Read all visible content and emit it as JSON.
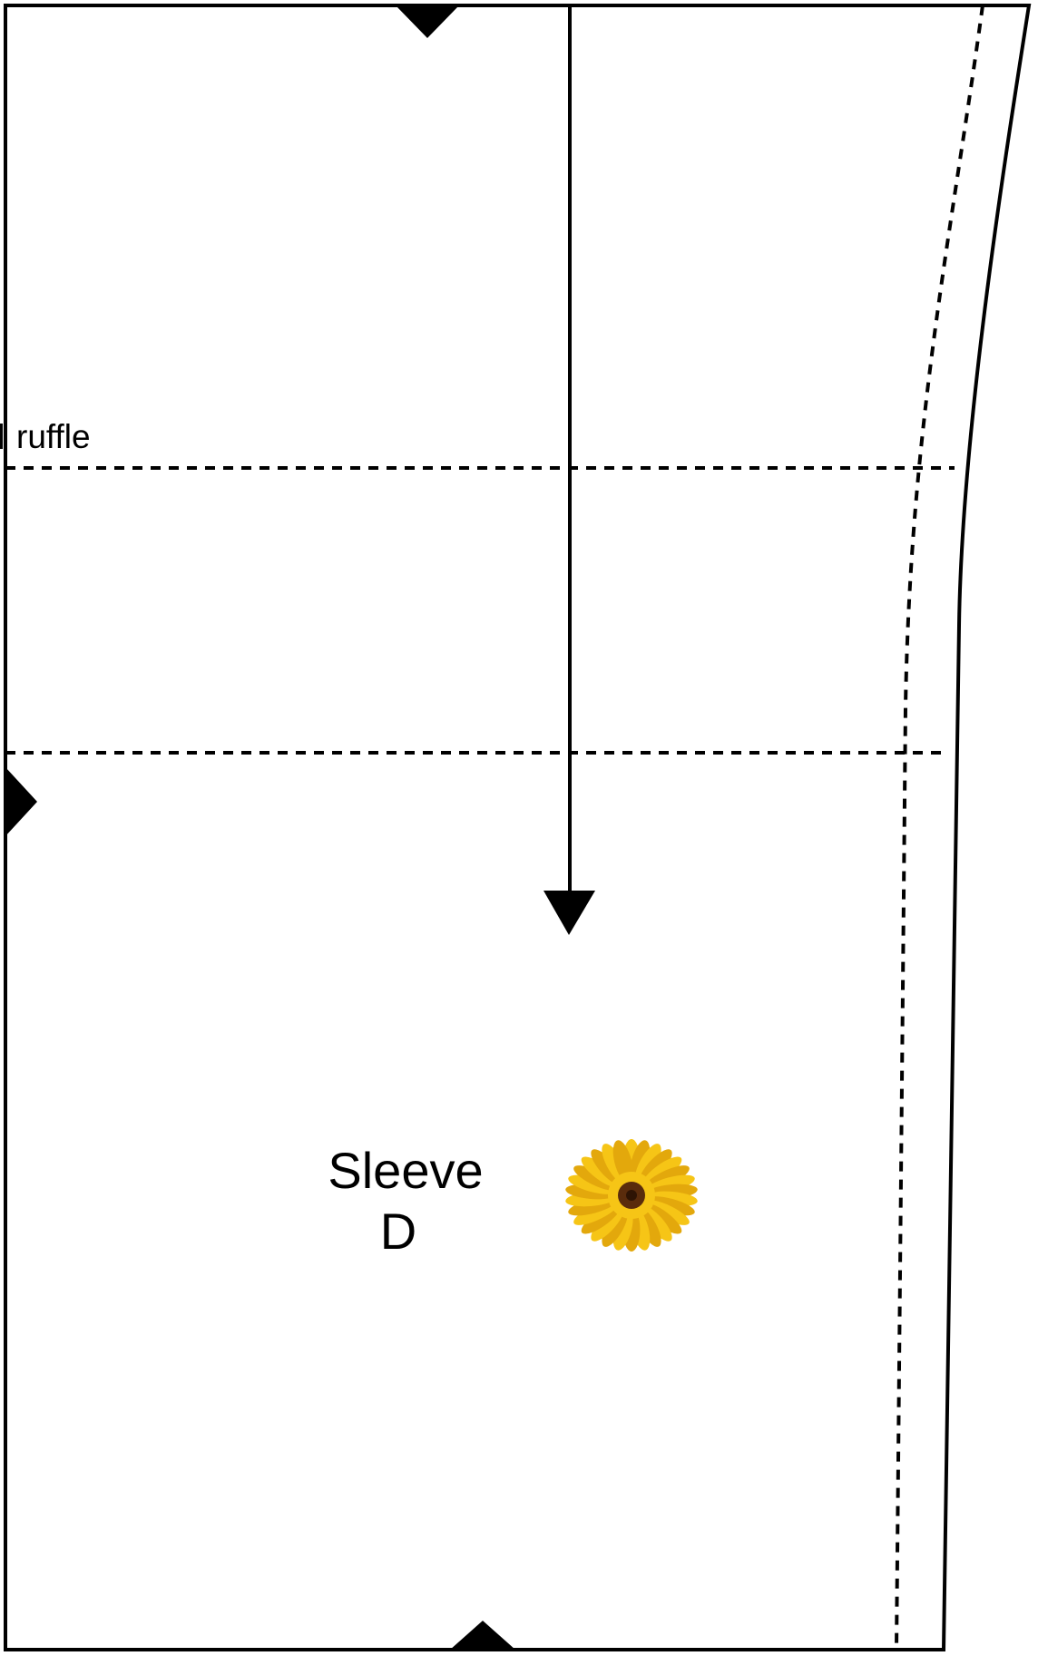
{
  "pattern_piece": {
    "name_line1": "Sleeve",
    "name_line2": "D",
    "ruffle_label": "ruffle"
  },
  "sunflower_icon": "sunflower-icon",
  "colors": {
    "line": "#000000",
    "background": "#ffffff",
    "petal": "#f6c516",
    "petal_dark": "#e3a80c",
    "flower_center": "#5a2c0c"
  }
}
